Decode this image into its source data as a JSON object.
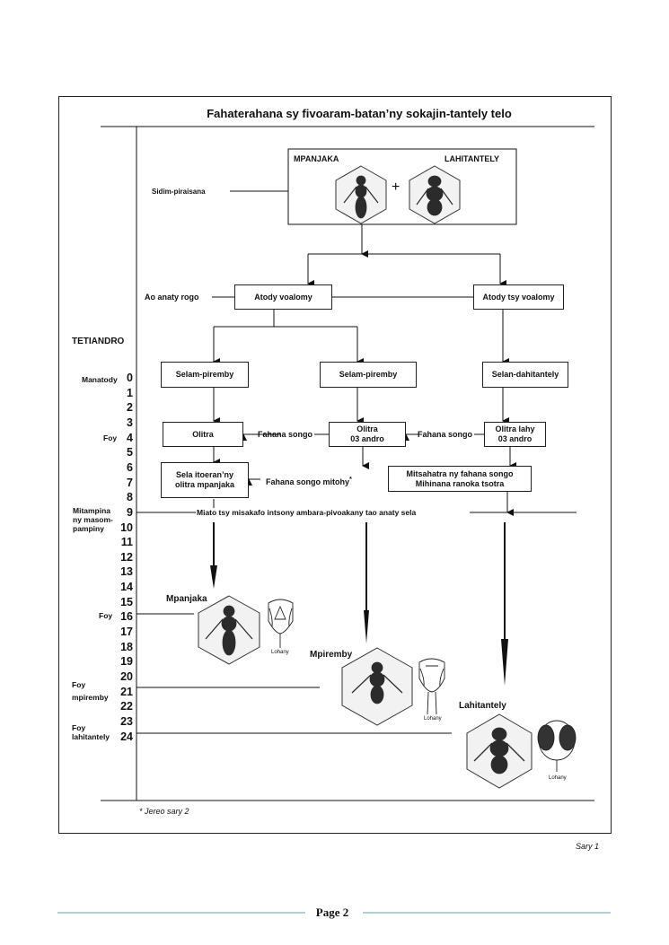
{
  "title": "Fahaterahana sy fivoaram-batan’ny sokajin-tantely telo",
  "top_box": {
    "left_label": "MPANJAKA",
    "right_label": "LAHITANTELY",
    "plus": "+"
  },
  "side_labels": {
    "sidim": "Sidim-piraisana",
    "ao_anaty": "Ao anaty rogo",
    "tetiandro": "TETIANDRO",
    "manatody": "Manatody",
    "foy4": "Foy",
    "mitampina": [
      "Mitampina",
      "ny masom-",
      "pampiny"
    ],
    "foy16": "Foy",
    "foy21": [
      "Foy",
      "mpiremby"
    ],
    "foy24": [
      "Foy",
      "lahitantely"
    ]
  },
  "days": [
    "0",
    "1",
    "2",
    "3",
    "4",
    "5",
    "6",
    "7",
    "8",
    "9",
    "10",
    "11",
    "12",
    "13",
    "14",
    "15",
    "16",
    "17",
    "18",
    "19",
    "20",
    "21",
    "22",
    "23",
    "24"
  ],
  "boxes": {
    "atody_voalomy": "Atody voalomy",
    "atody_tsy_voalomy": "Atody tsy voalomy",
    "selam_piremby_1": "Selam-piremby",
    "selam_piremby_2": "Selam-piremby",
    "selan_dahitantely": "Selan-dahitantely",
    "olitra_1": "Olitra",
    "olitra_2": [
      "Olitra",
      "03 andro"
    ],
    "olitra_lahy": [
      "Olitra lahy",
      "03 andro"
    ],
    "sela_itoerana": [
      "Sela itoeran’ny",
      "olitra mpanjaka"
    ],
    "mitsahatra": [
      "Mitsahatra ny fahana songo",
      "Mihinana ranoka tsotra"
    ]
  },
  "inline_labels": {
    "fahana_1": "Fahana songo",
    "fahana_2": "Fahana songo",
    "fahana_mitohy": "Fahana songo mitohy",
    "asterisk": "*",
    "miato": "Miato tsy misakafo intsony ambara-pivoakany tao anaty sela"
  },
  "results": {
    "mpanjaka": "Mpanjaka",
    "mpiremby": "Mpiremby",
    "lahitantely": "Lahitantely"
  },
  "head_labels": {
    "lohany_1": "Lohany",
    "lohany_2": "Lohany",
    "lohany_3": "Lohany"
  },
  "footnote": "* Jereo sary 2",
  "caption": "Sary 1",
  "page_label": "Page 2"
}
